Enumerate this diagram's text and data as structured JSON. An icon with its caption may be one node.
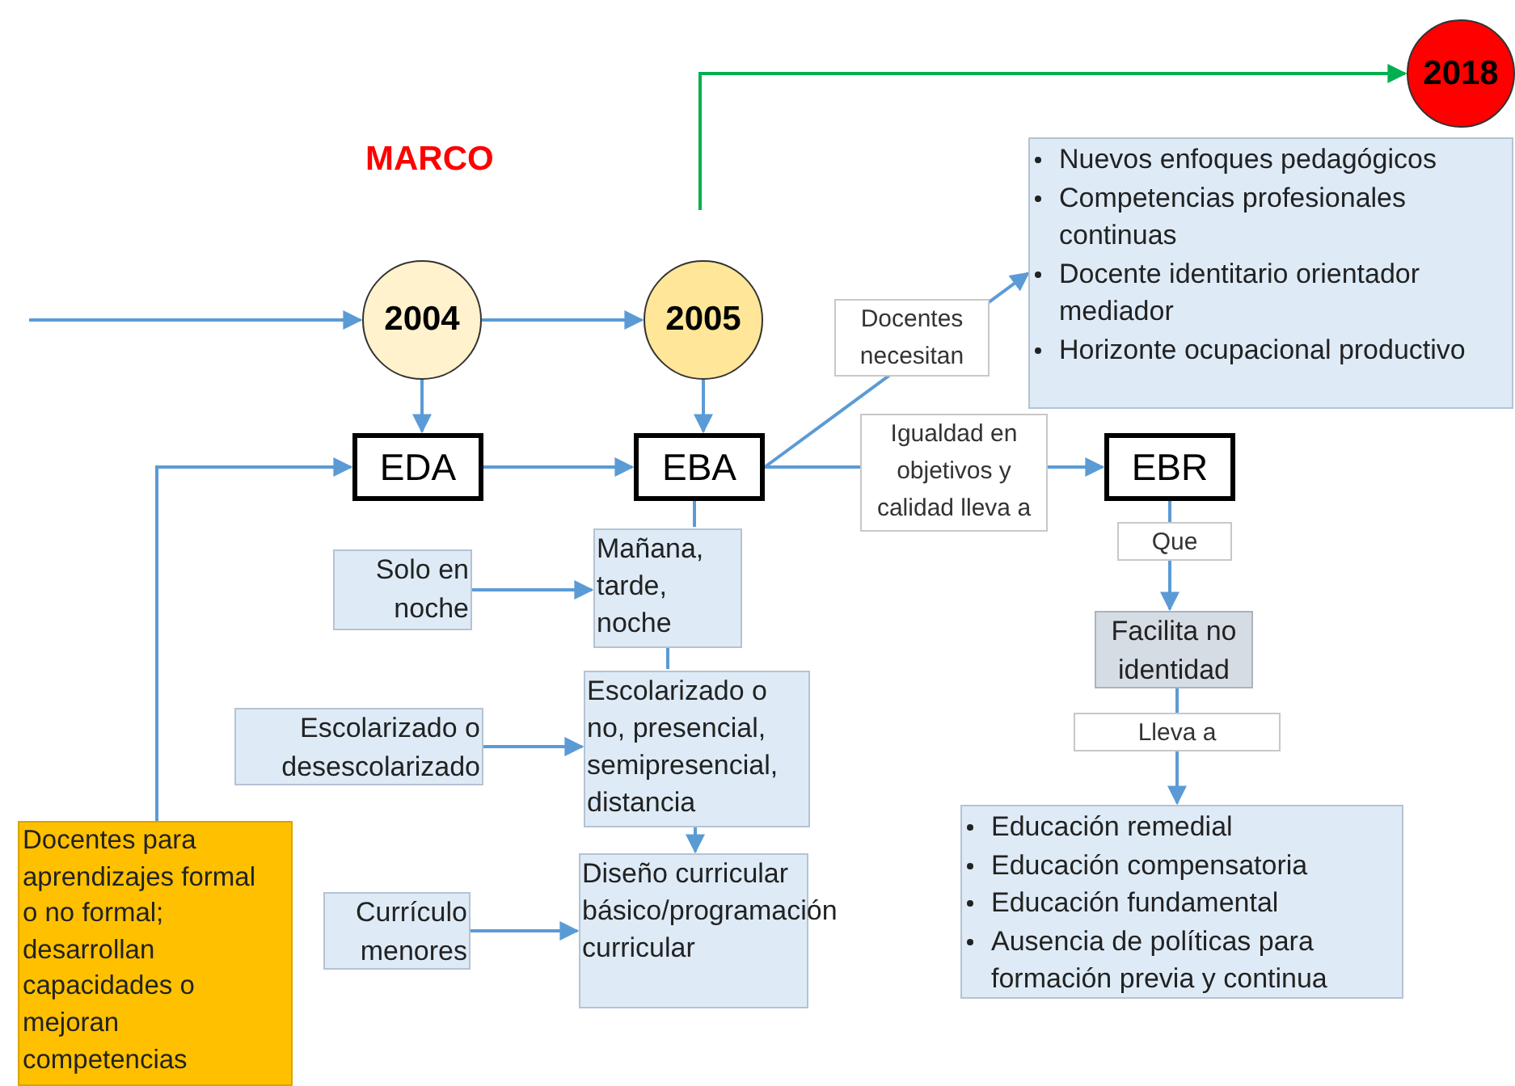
{
  "diagram": {
    "title": "MARCO",
    "nodes": [
      {
        "text": [
          "2004"
        ]
      },
      {
        "text": [
          "2005"
        ]
      },
      {
        "text": [
          "2018"
        ]
      },
      {
        "text": [
          "EDA"
        ]
      },
      {
        "text": [
          "EBA"
        ]
      },
      {
        "text": [
          "EBR"
        ]
      },
      {
        "text": [
          "Nuevos enfoques pedagógicos",
          "Competencias profesionales continuas",
          "Docente identitario orientador mediador",
          "Horizonte ocupacional productivo"
        ]
      },
      {
        "text": [
          "Mañana, tarde, noche"
        ]
      },
      {
        "text": [
          "Solo en noche"
        ]
      },
      {
        "text": [
          "Escolarizado o no, presencial, semipresencial, distancia"
        ]
      },
      {
        "text": [
          "Escolarizado o desescolarizado"
        ]
      },
      {
        "text": [
          "Diseño curricular básico/programación curricular"
        ]
      },
      {
        "text": [
          "Currículo menores"
        ]
      },
      {
        "text": [
          "Docentes para aprendizajes formal o no formal; desarrollan capacidades o mejoran competencias"
        ]
      },
      {
        "text": [
          "Facilita no identidad"
        ]
      },
      {
        "text": [
          "Educación remedial",
          "Educación compensatoria",
          "Educación fundamental",
          "Ausencia de políticas para formación previa y continua"
        ]
      }
    ],
    "edges": [
      {
        "from": null,
        "to": 0,
        "arrow": "to"
      },
      {
        "from": 0,
        "to": 1,
        "arrow": "to"
      },
      {
        "from": null,
        "to": 2,
        "arrow": "to",
        "color": "#00b050"
      },
      {
        "from": 0,
        "to": 3,
        "arrow": "to"
      },
      {
        "from": 1,
        "to": 4,
        "arrow": "to"
      },
      {
        "from": 3,
        "to": 4,
        "arrow": "to"
      },
      {
        "from": 13,
        "to": 3,
        "arrow": "to"
      },
      {
        "from": 4,
        "to": 6,
        "arrow": "to",
        "label": "Docentes necesitan"
      },
      {
        "from": 4,
        "to": 5,
        "arrow": "to",
        "label": "Igualdad en objetivos y calidad lleva a"
      },
      {
        "from": 4,
        "to": 7,
        "arrow": "none"
      },
      {
        "from": 7,
        "to": 9,
        "arrow": "none"
      },
      {
        "from": 9,
        "to": 11,
        "arrow": "to"
      },
      {
        "from": 8,
        "to": 7,
        "arrow": "to"
      },
      {
        "from": 10,
        "to": 9,
        "arrow": "to"
      },
      {
        "from": 12,
        "to": 11,
        "arrow": "to"
      },
      {
        "from": 5,
        "to": 14,
        "arrow": "to",
        "label": "Que"
      },
      {
        "from": 14,
        "to": 15,
        "arrow": "to",
        "label": "Lleva a"
      }
    ]
  }
}
